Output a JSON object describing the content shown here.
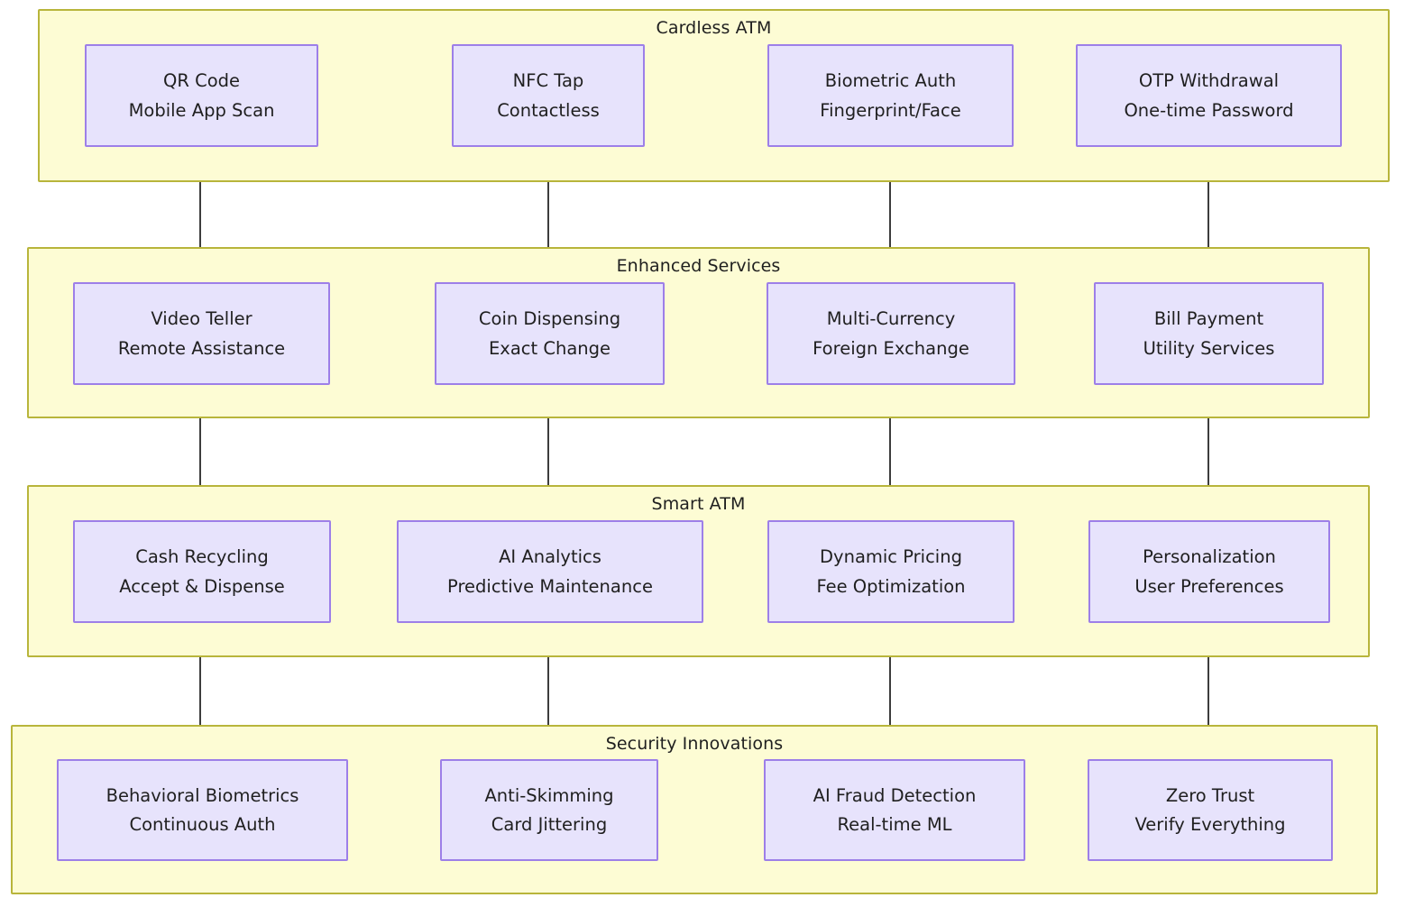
{
  "diagram": {
    "type": "flowchart",
    "direction": "top-to-bottom",
    "theme": {
      "node_fill": "#e7e3fc",
      "node_border": "#9d7fe8",
      "cluster_fill": "#fdfcd4",
      "cluster_border": "#b8b53b",
      "edge_color": "#333333",
      "text_color": "#1f1f1f",
      "background": "#ffffff"
    },
    "clusters": [
      {
        "id": "cardless-atm",
        "title": "Cardless ATM",
        "nodes": [
          {
            "id": "qr-code",
            "line1": "QR Code",
            "line2": "Mobile App Scan"
          },
          {
            "id": "nfc-tap",
            "line1": "NFC Tap",
            "line2": "Contactless"
          },
          {
            "id": "biometric-auth",
            "line1": "Biometric Auth",
            "line2": "Fingerprint/Face"
          },
          {
            "id": "otp-withdrawal",
            "line1": "OTP Withdrawal",
            "line2": "One-time Password"
          }
        ]
      },
      {
        "id": "enhanced-services",
        "title": "Enhanced Services",
        "nodes": [
          {
            "id": "video-teller",
            "line1": "Video Teller",
            "line2": "Remote Assistance"
          },
          {
            "id": "coin-dispensing",
            "line1": "Coin Dispensing",
            "line2": "Exact Change"
          },
          {
            "id": "multi-currency",
            "line1": "Multi-Currency",
            "line2": "Foreign Exchange"
          },
          {
            "id": "bill-payment",
            "line1": "Bill Payment",
            "line2": "Utility Services"
          }
        ]
      },
      {
        "id": "smart-atm",
        "title": "Smart ATM",
        "nodes": [
          {
            "id": "cash-recycling",
            "line1": "Cash Recycling",
            "line2": "Accept & Dispense"
          },
          {
            "id": "ai-analytics",
            "line1": "AI Analytics",
            "line2": "Predictive Maintenance"
          },
          {
            "id": "dynamic-pricing",
            "line1": "Dynamic Pricing",
            "line2": "Fee Optimization"
          },
          {
            "id": "personalization",
            "line1": "Personalization",
            "line2": "User Preferences"
          }
        ]
      },
      {
        "id": "security-innovations",
        "title": "Security Innovations",
        "nodes": [
          {
            "id": "behavioral-biometrics",
            "line1": "Behavioral Biometrics",
            "line2": "Continuous Auth"
          },
          {
            "id": "anti-skimming",
            "line1": "Anti-Skimming",
            "line2": "Card Jittering"
          },
          {
            "id": "ai-fraud-detection",
            "line1": "AI Fraud Detection",
            "line2": "Real-time ML"
          },
          {
            "id": "zero-trust",
            "line1": "Zero Trust",
            "line2": "Verify Everything"
          }
        ]
      }
    ],
    "edges": [
      {
        "from": "qr-code",
        "to": "video-teller"
      },
      {
        "from": "nfc-tap",
        "to": "coin-dispensing"
      },
      {
        "from": "biometric-auth",
        "to": "multi-currency"
      },
      {
        "from": "otp-withdrawal",
        "to": "bill-payment"
      },
      {
        "from": "video-teller",
        "to": "cash-recycling"
      },
      {
        "from": "coin-dispensing",
        "to": "ai-analytics"
      },
      {
        "from": "multi-currency",
        "to": "dynamic-pricing"
      },
      {
        "from": "bill-payment",
        "to": "personalization"
      },
      {
        "from": "cash-recycling",
        "to": "behavioral-biometrics"
      },
      {
        "from": "ai-analytics",
        "to": "anti-skimming"
      },
      {
        "from": "dynamic-pricing",
        "to": "ai-fraud-detection"
      },
      {
        "from": "personalization",
        "to": "zero-trust"
      }
    ]
  }
}
